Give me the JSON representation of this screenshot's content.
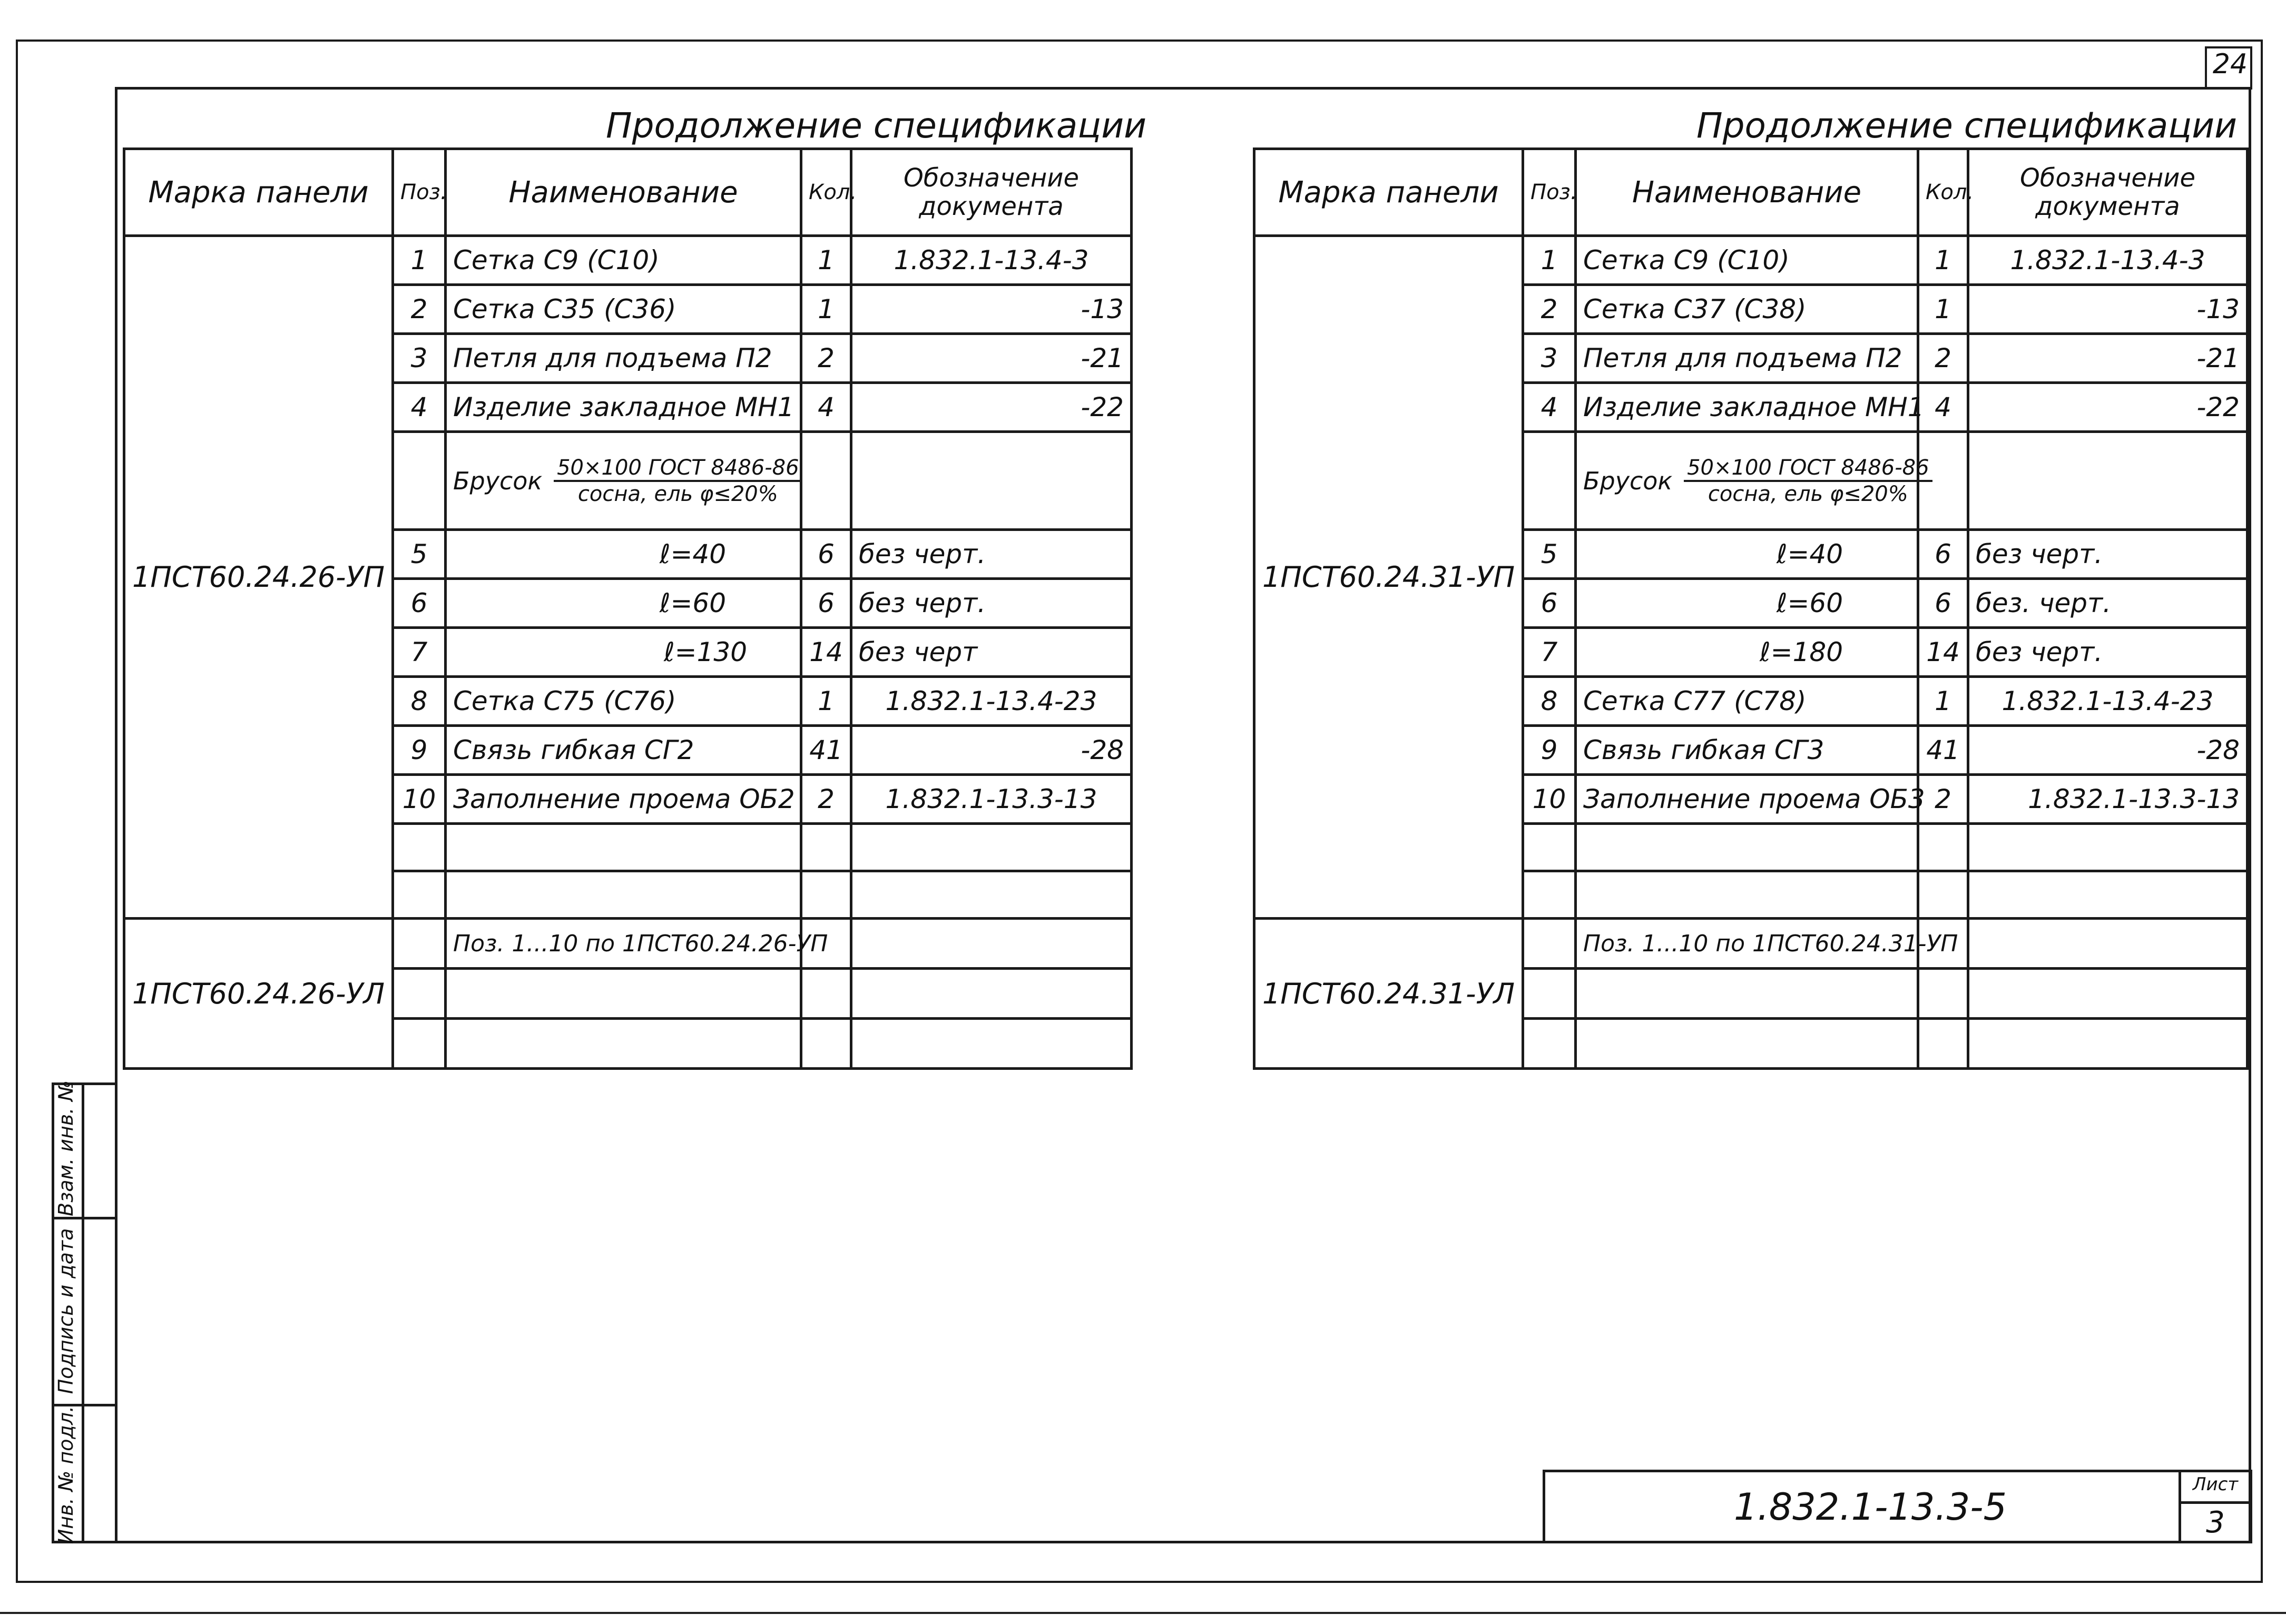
{
  "page_number": "24",
  "left_spec": {
    "title": "Продолжение спецификации",
    "headers": {
      "mark": "Марка панели",
      "pos": "Поз.",
      "name": "Наименование",
      "qty": "Кол.",
      "doc": "Обозначение документа"
    },
    "panel_mark": "1ПСТ60.24.26-УП",
    "rows": [
      {
        "pos": "1",
        "name": "Сетка С9 (С10)",
        "qty": "1",
        "doc": "1.832.1-13.4-3"
      },
      {
        "pos": "2",
        "name": "Сетка С35 (С36)",
        "qty": "1",
        "doc": "-13"
      },
      {
        "pos": "3",
        "name": "Петля для подъема П2",
        "qty": "2",
        "doc": "-21"
      },
      {
        "pos": "4",
        "name": "Изделие закладное МН1",
        "qty": "4",
        "doc": "-22"
      },
      {
        "brusok_label": "Брусок",
        "brusok_num": "50×100 ГОСТ 8486-86",
        "brusok_den": "сосна, ель φ≤20%"
      },
      {
        "pos": "5",
        "name": "ℓ=40",
        "qty": "6",
        "doc": "без черт."
      },
      {
        "pos": "6",
        "name": "ℓ=60",
        "qty": "6",
        "doc": "без черт."
      },
      {
        "pos": "7",
        "name": "ℓ=130",
        "qty": "14",
        "doc": "без черт"
      },
      {
        "pos": "8",
        "name": "Сетка С75 (С76)",
        "qty": "1",
        "doc": "1.832.1-13.4-23"
      },
      {
        "pos": "9",
        "name": "Связь гибкая СГ2",
        "qty": "41",
        "doc": "-28"
      },
      {
        "pos": "10",
        "name": "Заполнение проема ОБ2",
        "qty": "2",
        "doc": "1.832.1-13.3-13"
      }
    ],
    "second_panel_mark": "1ПСТ60.24.26-УЛ",
    "second_panel_note": "Поз. 1...10 по 1ПСТ60.24.26-УП"
  },
  "right_spec": {
    "title": "Продолжение спецификации",
    "headers": {
      "mark": "Марка панели",
      "pos": "Поз.",
      "name": "Наименование",
      "qty": "Кол.",
      "doc": "Обозначение документа"
    },
    "panel_mark": "1ПСТ60.24.31-УП",
    "rows": [
      {
        "pos": "1",
        "name": "Сетка С9 (С10)",
        "qty": "1",
        "doc": "1.832.1-13.4-3"
      },
      {
        "pos": "2",
        "name": "Сетка С37 (С38)",
        "qty": "1",
        "doc": "-13"
      },
      {
        "pos": "3",
        "name": "Петля для подъема П2",
        "qty": "2",
        "doc": "-21"
      },
      {
        "pos": "4",
        "name": "Изделие закладное МН1",
        "qty": "4",
        "doc": "-22"
      },
      {
        "brusok_label": "Брусок",
        "brusok_num": "50×100 ГОСТ 8486-86",
        "brusok_den": "сосна, ель φ≤20%"
      },
      {
        "pos": "5",
        "name": "ℓ=40",
        "qty": "6",
        "doc": "без черт."
      },
      {
        "pos": "6",
        "name": "ℓ=60",
        "qty": "6",
        "doc": "без. черт."
      },
      {
        "pos": "7",
        "name": "ℓ=180",
        "qty": "14",
        "doc": "без черт."
      },
      {
        "pos": "8",
        "name": "Сетка С77 (С78)",
        "qty": "1",
        "doc": "1.832.1-13.4-23"
      },
      {
        "pos": "9",
        "name": "Связь гибкая СГ3",
        "qty": "41",
        "doc": "-28"
      },
      {
        "pos": "10",
        "name": "Заполнение проема ОБ3",
        "qty": "2",
        "doc": "1.832.1-13.3-13"
      }
    ],
    "second_panel_mark": "1ПСТ60.24.31-УЛ",
    "second_panel_note": "Поз. 1...10 по 1ПСТ60.24.31-УП"
  },
  "side_stamp": {
    "inv_podl": "Инв. № подл.",
    "podpis_data": "Подпись и дата",
    "vzam_inv": "Взам. инв. №"
  },
  "title_block": {
    "doc_code": "1.832.1-13.3-5",
    "sheet_label": "Лист",
    "sheet_number": "3"
  }
}
